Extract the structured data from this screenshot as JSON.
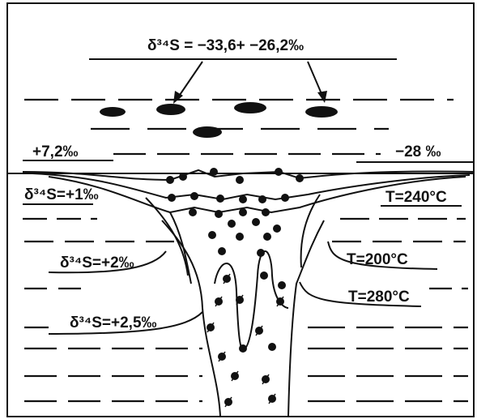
{
  "labels": {
    "top_isotope": "δ³⁴S = −33,6+ −26,2‰",
    "left_value": "+7,2‰",
    "right_value": "−28 ‰",
    "iso_1": "δ³⁴S=+1‰",
    "temp_240": "T=240°C",
    "iso_2": "δ³⁴S=+2‰",
    "temp_200": "T=200°C",
    "temp_280": "T=280°C",
    "iso_25": "δ³⁴S=+2,5‰"
  },
  "colors": {
    "ink": "#111111",
    "background": "#ffffff"
  }
}
